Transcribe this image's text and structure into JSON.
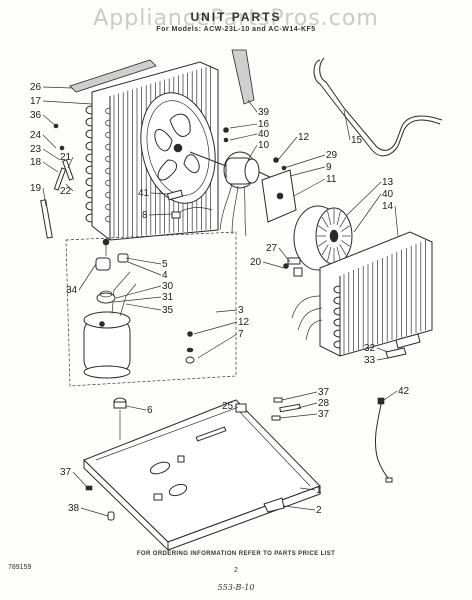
{
  "header": {
    "watermark": "AppliancePartsPros.com",
    "title": "UNIT PARTS",
    "subtitle": "For Models: ACW-23L-10 and AC-W14-KF5"
  },
  "callouts": [
    {
      "id": "c26",
      "label": "26"
    },
    {
      "id": "c17",
      "label": "17"
    },
    {
      "id": "c36",
      "label": "36"
    },
    {
      "id": "c24",
      "label": "24"
    },
    {
      "id": "c23",
      "label": "23"
    },
    {
      "id": "c18",
      "label": "18"
    },
    {
      "id": "c21",
      "label": "21"
    },
    {
      "id": "c19",
      "label": "19"
    },
    {
      "id": "c22",
      "label": "22"
    },
    {
      "id": "c39",
      "label": "39"
    },
    {
      "id": "c16",
      "label": "16"
    },
    {
      "id": "c40a",
      "label": "40"
    },
    {
      "id": "c10",
      "label": "10"
    },
    {
      "id": "c12a",
      "label": "12"
    },
    {
      "id": "c15",
      "label": "15"
    },
    {
      "id": "c29",
      "label": "29"
    },
    {
      "id": "c9",
      "label": "9"
    },
    {
      "id": "c11",
      "label": "11"
    },
    {
      "id": "c41",
      "label": "41"
    },
    {
      "id": "c8",
      "label": "8"
    },
    {
      "id": "c13",
      "label": "13"
    },
    {
      "id": "c40b",
      "label": "40"
    },
    {
      "id": "c14",
      "label": "14"
    },
    {
      "id": "c27",
      "label": "27"
    },
    {
      "id": "c20",
      "label": "20"
    },
    {
      "id": "c5",
      "label": "5"
    },
    {
      "id": "c4",
      "label": "4"
    },
    {
      "id": "c30",
      "label": "30"
    },
    {
      "id": "c31",
      "label": "31"
    },
    {
      "id": "c34",
      "label": "34"
    },
    {
      "id": "c35",
      "label": "35"
    },
    {
      "id": "c3",
      "label": "3"
    },
    {
      "id": "c12b",
      "label": "12"
    },
    {
      "id": "c7",
      "label": "7"
    },
    {
      "id": "c32",
      "label": "32"
    },
    {
      "id": "c33",
      "label": "33"
    },
    {
      "id": "c6",
      "label": "6"
    },
    {
      "id": "c25",
      "label": "25"
    },
    {
      "id": "c37a",
      "label": "37"
    },
    {
      "id": "c28",
      "label": "28"
    },
    {
      "id": "c37b",
      "label": "37"
    },
    {
      "id": "c42",
      "label": "42"
    },
    {
      "id": "c37c",
      "label": "37"
    },
    {
      "id": "c1",
      "label": "1"
    },
    {
      "id": "c38",
      "label": "38"
    },
    {
      "id": "c2",
      "label": "2"
    }
  ],
  "footer": {
    "note": "FOR ORDERING INFORMATION REFER TO PARTS PRICE LIST",
    "page_number": "2",
    "drawing_code": "789159",
    "doc_code": "553-B-10"
  }
}
